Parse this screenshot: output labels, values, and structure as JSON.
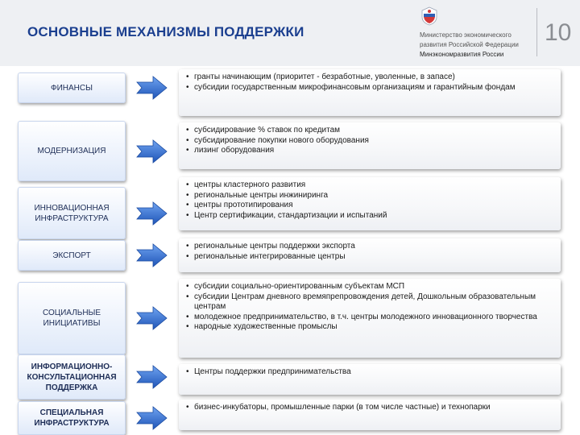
{
  "header": {
    "title": "ОСНОВНЫЕ МЕХАНИЗМЫ ПОДДЕРЖКИ",
    "ministry_line1": "Министерство экономического",
    "ministry_line2": "развития Российской Федерации",
    "ministry_short": "Минэкономразвития России",
    "page_number": "10"
  },
  "colors": {
    "title": "#1b3f8f",
    "arrow": "#2f6fd0"
  },
  "rows": [
    {
      "category": "ФИНАНСЫ",
      "bold": false,
      "items": [
        "гранты начинающим (приоритет - безработные, уволенные, в запасе)",
        "субсидии государственным микрофинансовым организациям и гарантийным фондам"
      ]
    },
    {
      "category": "МОДЕРНИЗАЦИЯ",
      "bold": false,
      "items": [
        "субсидирование % ставок по кредитам",
        "субсидирование покупки нового оборудования",
        "лизинг оборудования"
      ]
    },
    {
      "category": "ИННОВАЦИОННАЯ ИНФРАСТРУКТУРА",
      "bold": false,
      "items": [
        "центры кластерного развития",
        "региональные центры инжиниринга",
        "центры прототипирования",
        "Центр сертификации, стандартизации и испытаний"
      ]
    },
    {
      "category": "ЭКСПОРТ",
      "bold": false,
      "items": [
        "региональные центры поддержки экспорта",
        "региональные интегрированные центры"
      ]
    },
    {
      "category": "СОЦИАЛЬНЫЕ ИНИЦИАТИВЫ",
      "bold": false,
      "items": [
        "субсидии социально-ориентированным субъектам МСП",
        "субсидии Центрам дневного времяпрепровождения детей, Дошкольным образовательным центрам",
        "молодежное предпринимательство, в т.ч. центры молодежного инновационного творчества",
        "народные художественные промыслы"
      ]
    },
    {
      "category": "ИНФОРМАЦИОННО-КОНСУЛЬТАЦИОННАЯ ПОДДЕРЖКА",
      "bold": true,
      "items": [
        "Центры поддержки предпринимательства"
      ]
    },
    {
      "category": "СПЕЦИАЛЬНАЯ ИНФРАСТРУКТУРА",
      "bold": true,
      "items": [
        "бизнес-инкубаторы, промышленные парки (в том числе частные) и технопарки"
      ]
    }
  ]
}
